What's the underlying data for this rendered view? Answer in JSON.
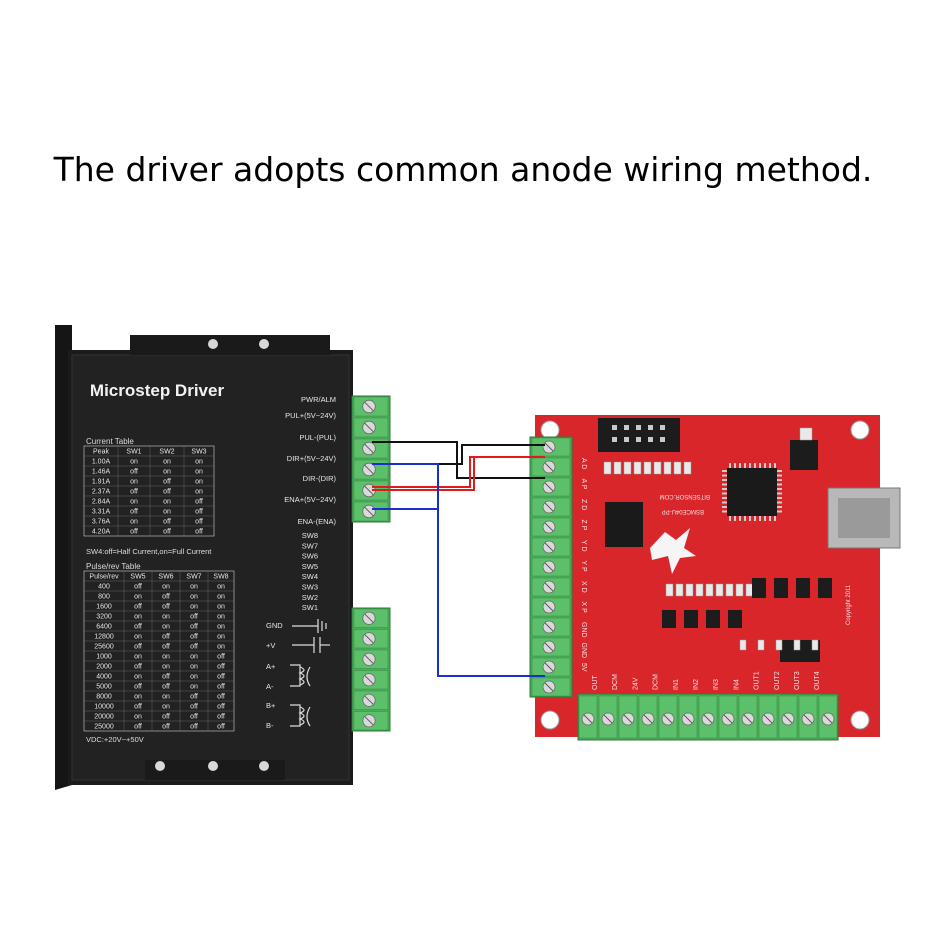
{
  "caption": "The driver adopts common anode wiring method.",
  "driver": {
    "title": "Microstep Driver",
    "current_table_title": "Current Table",
    "current_headers": [
      "Peak",
      "SW1",
      "SW2",
      "SW3"
    ],
    "current_rows": [
      [
        "1.00A",
        "on",
        "on",
        "on"
      ],
      [
        "1.46A",
        "off",
        "on",
        "on"
      ],
      [
        "1.91A",
        "on",
        "off",
        "on"
      ],
      [
        "2.37A",
        "off",
        "off",
        "on"
      ],
      [
        "2.84A",
        "on",
        "on",
        "off"
      ],
      [
        "3.31A",
        "off",
        "on",
        "off"
      ],
      [
        "3.76A",
        "on",
        "off",
        "off"
      ],
      [
        "4.20A",
        "off",
        "off",
        "off"
      ]
    ],
    "sw4_note": "SW4:off=Half Current,on=Full Current",
    "pulse_table_title": "Pulse/rev Table",
    "pulse_headers": [
      "Pulse/rev",
      "SW5",
      "SW6",
      "SW7",
      "SW8"
    ],
    "pulse_rows": [
      [
        "400",
        "off",
        "on",
        "on",
        "on"
      ],
      [
        "800",
        "on",
        "off",
        "on",
        "on"
      ],
      [
        "1600",
        "off",
        "off",
        "on",
        "on"
      ],
      [
        "3200",
        "on",
        "on",
        "off",
        "on"
      ],
      [
        "6400",
        "off",
        "on",
        "off",
        "on"
      ],
      [
        "12800",
        "on",
        "off",
        "off",
        "on"
      ],
      [
        "25600",
        "off",
        "off",
        "off",
        "on"
      ],
      [
        "1000",
        "on",
        "on",
        "on",
        "off"
      ],
      [
        "2000",
        "off",
        "on",
        "on",
        "off"
      ],
      [
        "4000",
        "on",
        "off",
        "on",
        "off"
      ],
      [
        "5000",
        "off",
        "off",
        "on",
        "off"
      ],
      [
        "8000",
        "on",
        "on",
        "off",
        "off"
      ],
      [
        "10000",
        "off",
        "on",
        "off",
        "off"
      ],
      [
        "20000",
        "on",
        "off",
        "off",
        "off"
      ],
      [
        "25000",
        "off",
        "off",
        "off",
        "off"
      ]
    ],
    "vdc_note": "VDC:+20V~+50V",
    "signal_labels": [
      "PWR/ALM",
      "PUL+(5V~24V)",
      "PUL-(PUL)",
      "DIR+(5V~24V)",
      "DIR-(DIR)",
      "ENA+(5V~24V)",
      "ENA-(ENA)"
    ],
    "switch_labels": [
      "SW8",
      "SW7",
      "SW6",
      "SW5",
      "SW4",
      "SW3",
      "SW2",
      "SW1"
    ],
    "power_labels": [
      "GND",
      "+V",
      "A+",
      "A-",
      "B+",
      "B-"
    ]
  },
  "board": {
    "color": "#d9262b",
    "left_pins": [
      "A D",
      "A P",
      "Z D",
      "Z P",
      "Y D",
      "Y P",
      "X D",
      "X P",
      "GND",
      "GND",
      "5V"
    ],
    "bottom_pins": [
      "OUT",
      "DCM",
      "24V",
      "DCM",
      "IN1",
      "IN2",
      "IN3",
      "IN4",
      "OUT1",
      "OUT2",
      "OUT3",
      "OUT4"
    ],
    "url_text": "BITSENSOR.COM",
    "model_text": "BSMCE04U-PP",
    "copyright_text": "Copyright 2011"
  },
  "wire_colors": {
    "black": "#111111",
    "red": "#e01b1b",
    "blue": "#1b2fd0"
  }
}
